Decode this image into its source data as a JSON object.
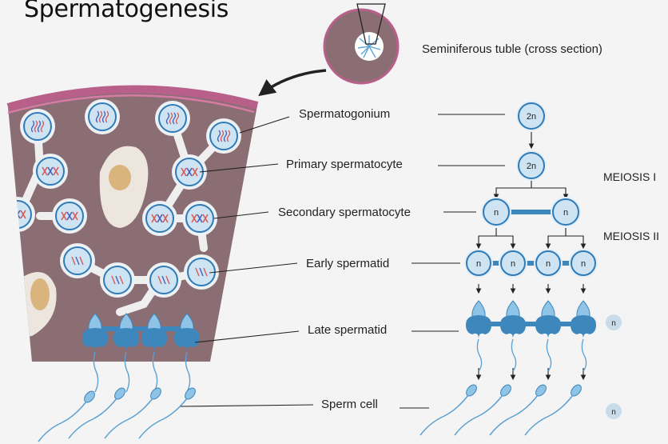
{
  "title": "Spermatogenesis",
  "tubule_label": "Seminiferous tuble (cross section)",
  "stages": [
    "Spermatogonium",
    "Primary spermatocyte",
    "Secondary spermatocyte",
    "Early spermatid",
    "Late spermatid",
    "Sperm cell"
  ],
  "phases": [
    "MEIOSIS I",
    "MEIOSIS II"
  ],
  "ploidy": {
    "diploid": "2n",
    "haploid": "n"
  },
  "colors": {
    "tissue": "#8a6e74",
    "membrane": "#b85f8a",
    "cell_fill": "#cfe4f2",
    "cell_ring": "#2e7bb8",
    "spermatid": "#3d87bd",
    "sertoli": "#d9b47c"
  }
}
